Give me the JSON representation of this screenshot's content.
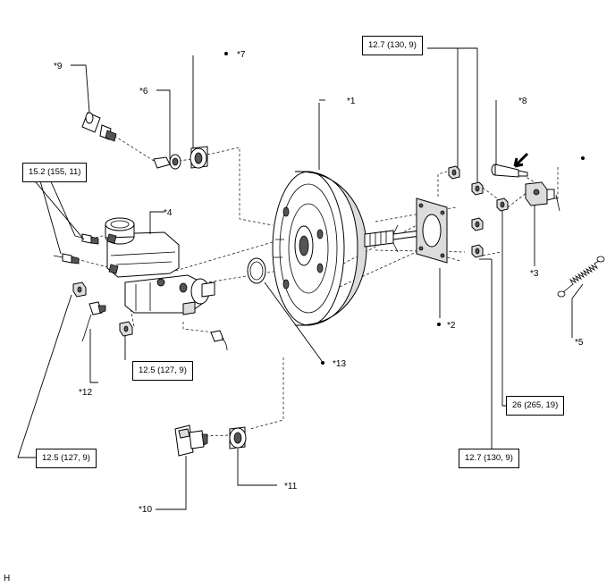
{
  "callouts": {
    "c1": "*1",
    "c2": "*2",
    "c3": "*3",
    "c4": "*4",
    "c5": "*5",
    "c6": "*6",
    "c7": "*7",
    "c8": "*8",
    "c9": "*9",
    "c10": "*10",
    "c11": "*11",
    "c12": "*12",
    "c13": "*13"
  },
  "torque": {
    "t_top": "12.7 (130, 9)",
    "t_left_upper": "15.2 (155, 11)",
    "t_left_mid": "12.5 (127, 9)",
    "t_left_lower": "12.5 (127, 9)",
    "t_right_mid": "26 (265, 19)",
    "t_right_lower": "12.7 (130, 9)"
  },
  "footer_code": "H"
}
